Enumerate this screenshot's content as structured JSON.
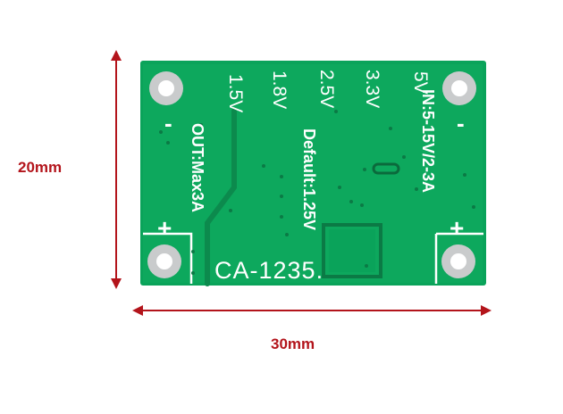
{
  "dimensions": {
    "height_label": "20mm",
    "width_label": "30mm"
  },
  "board": {
    "model": "CA-1235.",
    "output_label": "OUT:Max3A",
    "input_label": "IN:5-15V/2-3A",
    "default_label": "Default:1.25V",
    "voltages": [
      "1.5V",
      "1.8V",
      "2.5V",
      "3.3V",
      "5V"
    ],
    "minus_sign": "-",
    "plus_sign": "+"
  },
  "colors": {
    "pcb": "#0aa35a",
    "silkscreen": "#ffffff",
    "dimension": "#b3141b"
  }
}
